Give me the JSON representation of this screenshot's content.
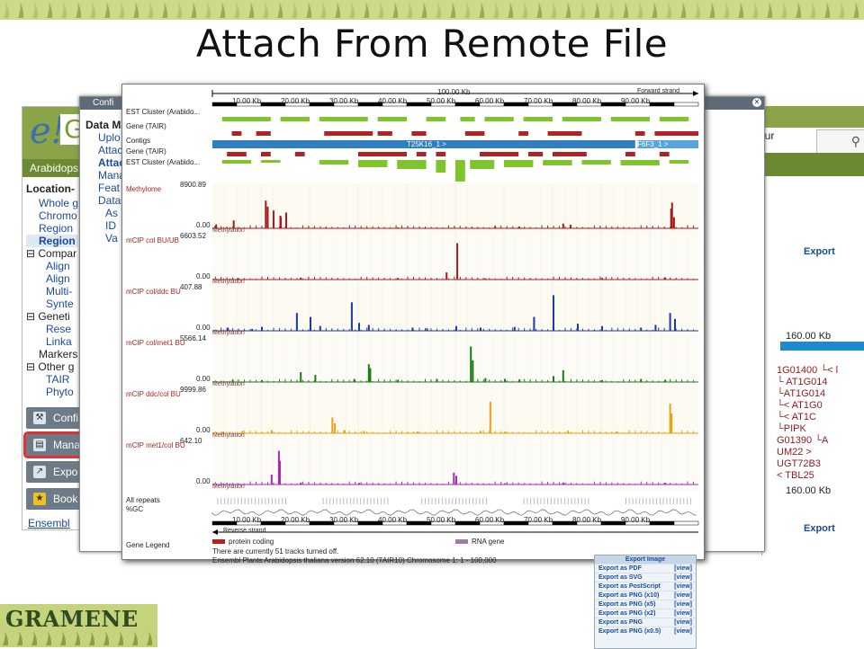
{
  "slide": {
    "title": "Attach From Remote File"
  },
  "left_window": {
    "species": "Arabidops",
    "section_header": "Location-",
    "tree": [
      {
        "label": "Whole g",
        "type": "link"
      },
      {
        "label": "Chromo",
        "type": "link"
      },
      {
        "label": "Region",
        "type": "link"
      },
      {
        "label": "Region",
        "type": "selected"
      },
      {
        "label": "Compar",
        "type": "header"
      },
      {
        "label": "Align",
        "type": "link"
      },
      {
        "label": "Align",
        "type": "link"
      },
      {
        "label": "Multi-",
        "type": "link"
      },
      {
        "label": "Synte",
        "type": "link"
      },
      {
        "label": "Geneti",
        "type": "header"
      },
      {
        "label": "Rese",
        "type": "link"
      },
      {
        "label": "Linka",
        "type": "link"
      },
      {
        "label": "Markers",
        "type": "plain"
      },
      {
        "label": "Other g",
        "type": "header"
      },
      {
        "label": "TAIR",
        "type": "link"
      },
      {
        "label": "Phyto",
        "type": "link"
      }
    ],
    "buttons": {
      "configure": "Confi",
      "manage": "Mana",
      "export": "Expo",
      "bookmark": "Book"
    },
    "ensembl_link": "Ensembl"
  },
  "config_popup": {
    "title_bar": "Confi",
    "section": "Data Ma",
    "tree": [
      "Uplo",
      "Attac",
      "Attac",
      "Mana",
      "Feat",
      "Data",
      "As",
      "ID",
      "Va"
    ]
  },
  "right_window": {
    "partial_text": "our",
    "export_link": "Export",
    "kb_label": "160.00 Kb",
    "gene_list": [
      "1G01400 └< l",
      "└ AT1G014",
      "└AT1G014",
      "└< AT1G0",
      "└< AT1C",
      "└PIPK",
      "G01390  └A",
      "UM22 >",
      "UGT72B3",
      "< TBL25"
    ]
  },
  "tracks": {
    "scale_top": "100.00 Kb",
    "strand_top": "Forward strand",
    "strand_bottom": "Reverse strand",
    "ticks": [
      "10.00 Kb",
      "20.00 Kb",
      "30.00 Kb",
      "40.00 Kb",
      "50.00 Kb",
      "60.00 Kb",
      "70.00 Kb",
      "80.00 Kb",
      "90.00 Kb"
    ],
    "top_tracks": [
      "EST Cluster (Arabido...",
      "Gene (TAIR)",
      "Contigs",
      "Gene (TAIR)",
      "EST Cluster (Arabido..."
    ],
    "contig_labels": [
      "T25K16_1 >",
      "F6F3_1 >"
    ],
    "signal_label": "Methylation",
    "zero_label": "0.00",
    "signal_tracks": [
      {
        "name": "Methylome",
        "max": "8900.89",
        "color": "#a61c1c",
        "peaks": [
          [
            0.4,
            0.05
          ],
          [
            0.41,
            0.03
          ],
          [
            0.6,
            0.1
          ],
          [
            4.2,
            0.2
          ],
          [
            10.8,
            0.7
          ],
          [
            11.2,
            0.55
          ],
          [
            12.4,
            0.45
          ],
          [
            13.8,
            0.32
          ],
          [
            13.9,
            0.28
          ],
          [
            15.0,
            0.4
          ],
          [
            38.0,
            0.02
          ],
          [
            58.0,
            0.05
          ],
          [
            63.0,
            0.04
          ],
          [
            72.0,
            0.12
          ],
          [
            73.5,
            0.09
          ],
          [
            94.2,
            0.5
          ],
          [
            94.4,
            0.65
          ],
          [
            94.8,
            0.28
          ]
        ]
      },
      {
        "name": "mCIP col BU/UB",
        "max": "6603.52",
        "color": "#a61c1c",
        "peaks": [
          [
            5.0,
            0.03
          ],
          [
            18.0,
            0.05
          ],
          [
            38.0,
            0.04
          ],
          [
            48.0,
            0.18
          ],
          [
            50.2,
            0.92
          ],
          [
            56.0,
            0.03
          ],
          [
            80.0,
            0.04
          ],
          [
            93.0,
            0.05
          ]
        ]
      },
      {
        "name": "mCIP col/ddc BU",
        "max": "407.88",
        "color": "#1c3aa6",
        "peaks": [
          [
            3.0,
            0.08
          ],
          [
            8.0,
            0.05
          ],
          [
            10.0,
            0.1
          ],
          [
            17.2,
            0.45
          ],
          [
            20.0,
            0.35
          ],
          [
            22.0,
            0.12
          ],
          [
            28.5,
            0.72
          ],
          [
            30.0,
            0.2
          ],
          [
            32.0,
            0.15
          ],
          [
            41.0,
            0.08
          ],
          [
            44.0,
            0.06
          ],
          [
            50.0,
            0.12
          ],
          [
            55.0,
            0.08
          ],
          [
            62.0,
            0.1
          ],
          [
            66.0,
            0.35
          ],
          [
            70.0,
            0.9
          ],
          [
            75.0,
            0.18
          ],
          [
            80.0,
            0.12
          ],
          [
            88.0,
            0.08
          ],
          [
            91.0,
            0.15
          ],
          [
            94.0,
            0.45
          ],
          [
            95.0,
            0.3
          ]
        ]
      },
      {
        "name": "mCIP col/met1 BU",
        "max": "5566.14",
        "color": "#1f7a1f",
        "peaks": [
          [
            4.0,
            0.05
          ],
          [
            10.0,
            0.05
          ],
          [
            18.0,
            0.25
          ],
          [
            21.0,
            0.18
          ],
          [
            29.0,
            0.08
          ],
          [
            32.0,
            0.45
          ],
          [
            32.3,
            0.35
          ],
          [
            38.0,
            0.06
          ],
          [
            46.0,
            0.08
          ],
          [
            53.0,
            0.9
          ],
          [
            53.4,
            0.55
          ],
          [
            56.0,
            0.1
          ],
          [
            60.0,
            0.08
          ],
          [
            63.0,
            0.07
          ],
          [
            70.0,
            0.15
          ],
          [
            72.0,
            0.3
          ],
          [
            80.0,
            0.05
          ],
          [
            88.0,
            0.08
          ],
          [
            93.0,
            0.06
          ]
        ]
      },
      {
        "name": "mCIP ddc/col BU",
        "max": "9999.86",
        "color": "#e8a317",
        "peaks": [
          [
            2.0,
            0.04
          ],
          [
            6.0,
            0.06
          ],
          [
            12.0,
            0.08
          ],
          [
            24.5,
            0.4
          ],
          [
            25.0,
            0.25
          ],
          [
            27.0,
            0.08
          ],
          [
            31.0,
            0.06
          ],
          [
            42.0,
            0.05
          ],
          [
            55.0,
            0.06
          ],
          [
            57.0,
            0.8
          ],
          [
            60.0,
            0.04
          ],
          [
            73.0,
            0.07
          ],
          [
            83.0,
            0.05
          ],
          [
            94.0,
            0.75
          ],
          [
            94.3,
            0.5
          ]
        ]
      },
      {
        "name": "mCIP met1/col BU",
        "max": "642.10",
        "color": "#a52ab8",
        "peaks": [
          [
            12.0,
            0.25
          ],
          [
            13.5,
            0.85
          ],
          [
            13.7,
            0.6
          ],
          [
            18.0,
            0.05
          ],
          [
            30.0,
            0.04
          ],
          [
            49.5,
            0.3
          ],
          [
            50.0,
            0.22
          ],
          [
            60.0,
            0.03
          ],
          [
            72.0,
            0.05
          ],
          [
            93.0,
            0.04
          ]
        ]
      }
    ],
    "bottom_tracks": [
      "All repeats",
      "%GC"
    ],
    "legend": {
      "title": "Gene Legend",
      "items": [
        {
          "label": "protein coding",
          "color": "#b22222"
        },
        {
          "label": "RNA gene",
          "color": "#a07aa8"
        }
      ],
      "notes": [
        "There are currently 51 tracks turned off.",
        "Ensembl Plants Arabidopsis thaliana version 62.10 (TAIR10) Chromosome 1: 1 - 100,000"
      ]
    }
  },
  "export_panel": {
    "title": "Export Image",
    "view_label": "[view]",
    "items": [
      "Export as PDF",
      "Export as SVG",
      "Export as PostScript",
      "Export as PNG (x10)",
      "Export as PNG (x5)",
      "Export as PNG (x2)",
      "Export as PNG",
      "Export as PNG (x0.5)"
    ]
  },
  "footer_logo": {
    "text": "GRAMENE"
  }
}
